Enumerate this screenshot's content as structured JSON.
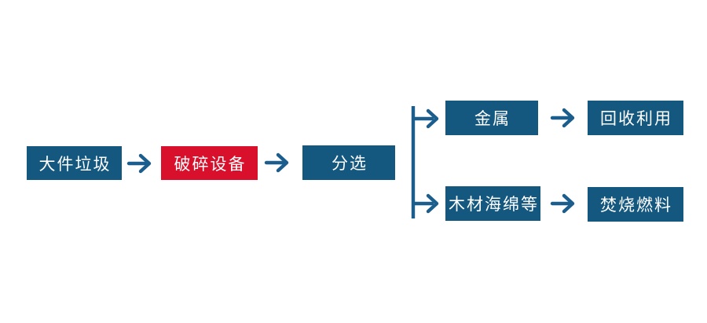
{
  "colors": {
    "background": "#ffffff",
    "node_blue": "#14577f",
    "node_red": "#d8102c",
    "node_text": "#ffffff",
    "connector_blue": "#1b5d8c"
  },
  "flowchart": {
    "nodes": [
      {
        "id": "bulky-waste",
        "label": "大件垃圾",
        "variant": "blue"
      },
      {
        "id": "crushing-equipment",
        "label": "破碎设备",
        "variant": "red"
      },
      {
        "id": "sorting",
        "label": "分选",
        "variant": "blue"
      },
      {
        "id": "metal",
        "label": "金属",
        "variant": "blue"
      },
      {
        "id": "recycling",
        "label": "回收利用",
        "variant": "blue"
      },
      {
        "id": "wood-sponge-etc",
        "label": "木材海绵等",
        "variant": "blue"
      },
      {
        "id": "incineration-fuel",
        "label": "焚烧燃料",
        "variant": "blue"
      }
    ],
    "edges": [
      {
        "from": "大件垃圾",
        "to": "破碎设备"
      },
      {
        "from": "破碎设备",
        "to": "分选"
      },
      {
        "from": "分选",
        "to": "金属"
      },
      {
        "from": "分选",
        "to": "木材海绵等"
      },
      {
        "from": "金属",
        "to": "回收利用"
      },
      {
        "from": "木材海绵等",
        "to": "焚烧燃料"
      }
    ]
  }
}
